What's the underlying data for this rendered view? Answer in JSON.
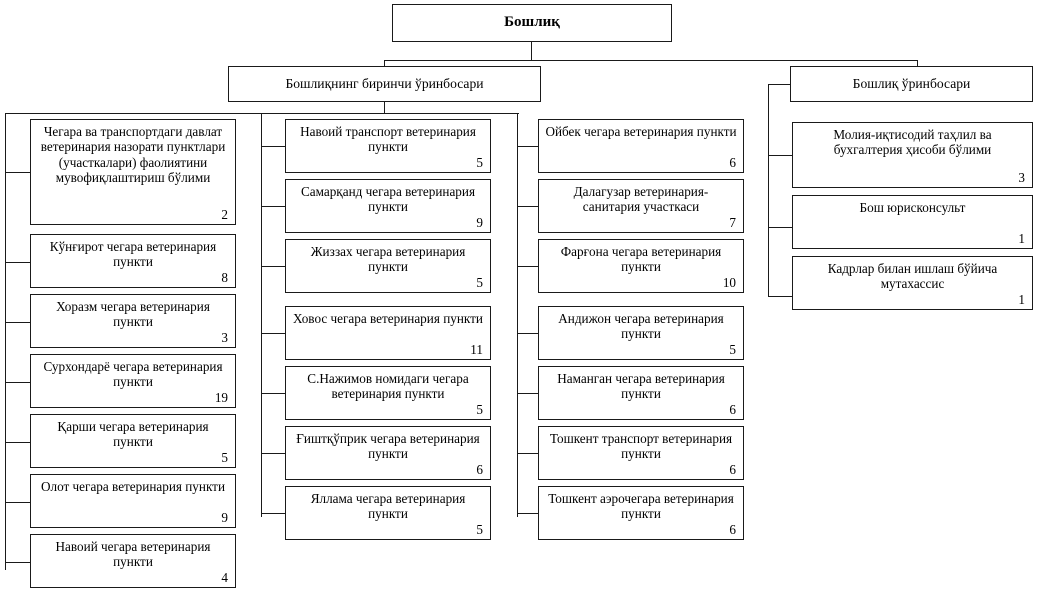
{
  "title": "Organizational structure chart",
  "colors": {
    "line": "#1a1a1a",
    "box_bg": "#ffffff",
    "text": "#000000"
  },
  "root": {
    "label": "Бошлиқ"
  },
  "deputies": [
    {
      "id": "first-deputy",
      "label": "Бошлиқнинг биринчи ўринбосари"
    },
    {
      "id": "deputy",
      "label": "Бошлиқ ўринбосари"
    }
  ],
  "columns": [
    {
      "id": "column-1",
      "parent": "first-deputy",
      "nodes": [
        {
          "label": "Чегара ва транспортдаги давлат ветеринария назорати пунктлари (участкалари) фаолиятини мувофиқлаштириш бўлими",
          "count": "2"
        },
        {
          "label": "Кўнғирот чегара ветеринария пункти",
          "count": "8"
        },
        {
          "label": "Хоразм чегара ветеринария пункти",
          "count": "3"
        },
        {
          "label": "Сурхондарё чегара ветеринария пункти",
          "count": "19"
        },
        {
          "label": "Қарши чегара ветеринария пункти",
          "count": "5"
        },
        {
          "label": "Олот чегара ветеринария пункти",
          "count": "9"
        },
        {
          "label": "Навоий чегара ветеринария пункти",
          "count": "4"
        }
      ]
    },
    {
      "id": "column-2",
      "parent": "first-deputy",
      "nodes": [
        {
          "label": "Навоий транспорт ветеринария пункти",
          "count": "5"
        },
        {
          "label": "Самарқанд чегара ветеринария пункти",
          "count": "9"
        },
        {
          "label": "Жиззах чегара ветеринария пункти",
          "count": "5"
        },
        {
          "label": "Ховос чегара ветеринария пункти",
          "count": "11"
        },
        {
          "label": "С.Нажимов номидаги чегара ветеринария пункти",
          "count": "5"
        },
        {
          "label": "Ғиштқўприк чегара ветеринария пункти",
          "count": "6"
        },
        {
          "label": "Яллама чегара ветеринария пункти",
          "count": "5"
        }
      ]
    },
    {
      "id": "column-3",
      "parent": "first-deputy",
      "nodes": [
        {
          "label": "Ойбек чегара ветеринария пункти",
          "count": "6"
        },
        {
          "label": "Далагузар ветеринария-санитария участкаси",
          "count": "7"
        },
        {
          "label": "Фарғона чегара ветеринария пункти",
          "count": "10"
        },
        {
          "label": "Андижон чегара ветеринария пункти",
          "count": "5"
        },
        {
          "label": "Наманган чегара ветеринария пункти",
          "count": "6"
        },
        {
          "label": "Тошкент транспорт ветеринария пункти",
          "count": "6"
        },
        {
          "label": "Тошкент аэрочегара ветеринария пункти",
          "count": "6"
        }
      ]
    },
    {
      "id": "column-4",
      "parent": "deputy",
      "nodes": [
        {
          "label": "Молия-иқтисодий таҳлил ва бухгалтерия ҳисоби бўлими",
          "count": "3"
        },
        {
          "label": "Бош юрисконсульт",
          "count": "1"
        },
        {
          "label": "Кадрлар билан ишлаш бўйича мутахассис",
          "count": "1"
        }
      ]
    }
  ]
}
